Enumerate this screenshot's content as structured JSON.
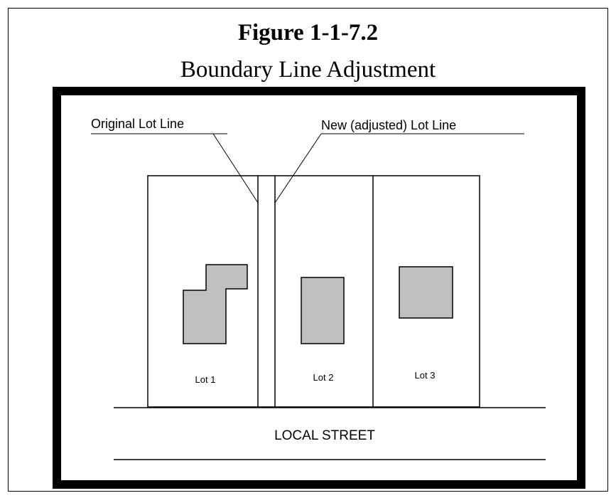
{
  "figure": {
    "number": "Figure 1-1-7.2",
    "title": "Boundary Line Adjustment"
  },
  "callouts": {
    "original_lot_line": "Original Lot Line",
    "new_lot_line": "New (adjusted) Lot Line"
  },
  "lots": [
    {
      "label": "Lot 1"
    },
    {
      "label": "Lot 2"
    },
    {
      "label": "Lot 3"
    }
  ],
  "street": {
    "label": "LOCAL STREET"
  },
  "colors": {
    "building_fill": "#c0c0c0",
    "line": "#000000",
    "background": "#ffffff"
  }
}
